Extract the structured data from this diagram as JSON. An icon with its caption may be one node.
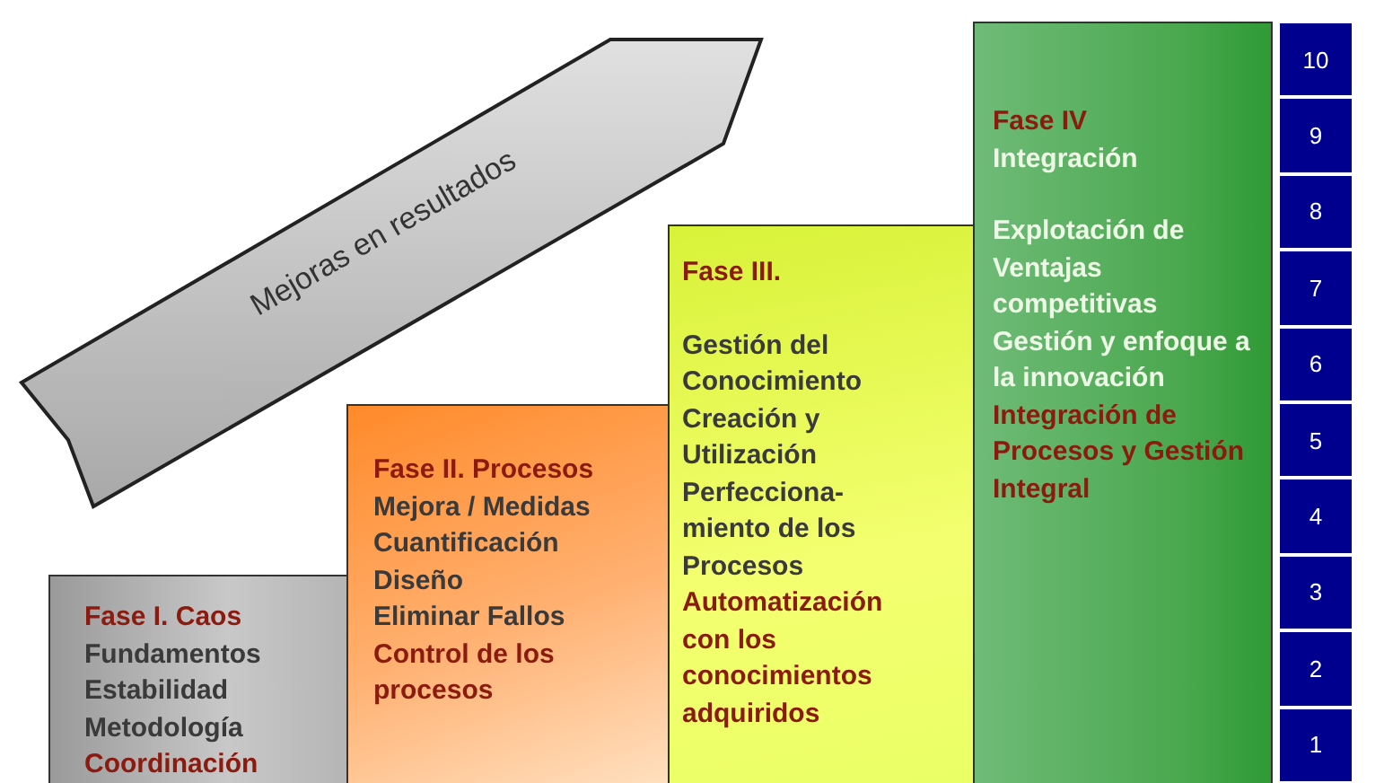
{
  "diagram": {
    "nodes": [
      {
        "text": [
          "Mejoras en resultados"
        ]
      },
      {
        "text": [
          "Fase I. Caos",
          "Fundamentos",
          "Estabilidad",
          "Metodología",
          "Coordinación"
        ]
      },
      {
        "text": [
          "Fase II. Procesos",
          "Mejora / Medidas",
          "Cuantificación",
          "Diseño",
          "Eliminar Fallos",
          "Control de los procesos"
        ]
      },
      {
        "text": [
          "Fase III.",
          "Gestión del Conocimiento",
          "Creación y Utilización",
          "Perfecciona-miento de los Procesos",
          "Automatización con los conocimientos adquiridos"
        ]
      },
      {
        "text": [
          "Fase IV",
          "Integración",
          "Explotación de Ventajas competitivas",
          "Gestión y enfoque a la innovación",
          "Integración de Procesos y Gestión Integral"
        ]
      },
      {
        "text": [
          "10"
        ]
      },
      {
        "text": [
          "9"
        ]
      },
      {
        "text": [
          "8"
        ]
      },
      {
        "text": [
          "7"
        ]
      },
      {
        "text": [
          "6"
        ]
      },
      {
        "text": [
          "5"
        ]
      },
      {
        "text": [
          "4"
        ]
      },
      {
        "text": [
          "3"
        ]
      },
      {
        "text": [
          "2"
        ]
      },
      {
        "text": [
          "1"
        ]
      }
    ],
    "edges": []
  }
}
